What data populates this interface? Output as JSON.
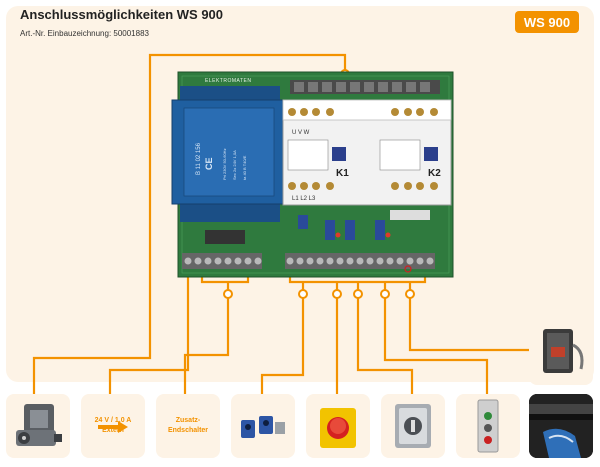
{
  "header": {
    "title": "Anschlussmöglichkeiten WS 900",
    "subtitle": "Art.-Nr. Einbauzeichnung: 50001883",
    "badge": "WS 900"
  },
  "board": {
    "brand": "ELEKTROMATEN",
    "contactor_1": "K1",
    "contactor_2": "K2"
  },
  "accessories": [
    {
      "name": "drive-unit",
      "label": ""
    },
    {
      "name": "extern-24v",
      "label": "24 V / 1,0 A\nExtern"
    },
    {
      "name": "zusatz-endschalter",
      "label": "Zusatz-\nEndschalter"
    },
    {
      "name": "photo-sensors",
      "label": ""
    },
    {
      "name": "emergency-stop",
      "label": ""
    },
    {
      "name": "key-switch",
      "label": ""
    },
    {
      "name": "pushbutton-station",
      "label": ""
    },
    {
      "name": "control-box",
      "label": ""
    },
    {
      "name": "safety-edge",
      "label": ""
    }
  ],
  "colors": {
    "accent": "#f39200",
    "panel": "#fdf3e6",
    "pcb": "#2f7a3e",
    "transformer": "#1f5fa0"
  }
}
